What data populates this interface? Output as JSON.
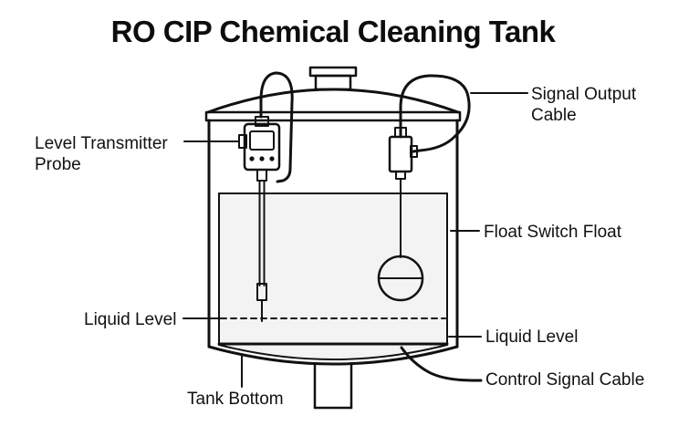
{
  "title": "RO CIP Chemical Cleaning Tank",
  "labels": {
    "level_transmitter_probe": [
      "Level Transmitter",
      "Probe"
    ],
    "signal_output_cable": [
      "Signal Output",
      "Cable"
    ],
    "float_switch_float": "Float Switch Float",
    "liquid_level_left": "Liquid Level",
    "liquid_level_right": "Liquid Level",
    "control_signal_cable": "Control Signal Cable",
    "tank_bottom": "Tank Bottom"
  }
}
